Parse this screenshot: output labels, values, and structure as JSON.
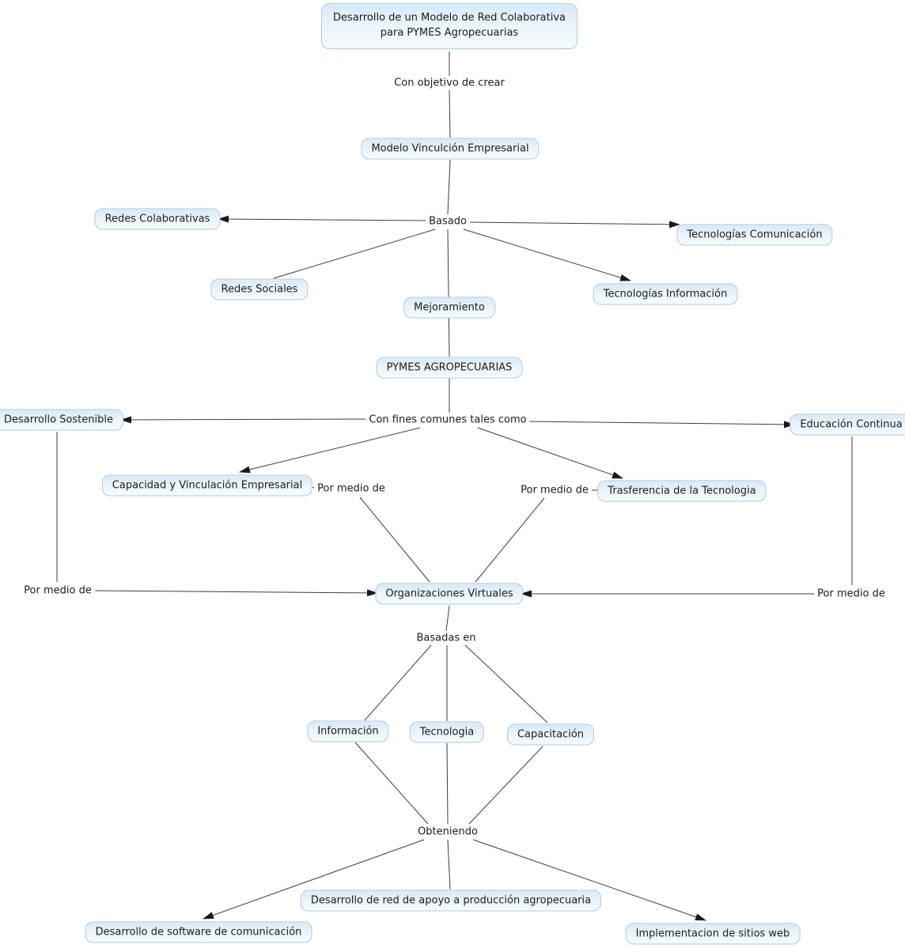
{
  "diagram": {
    "title": "Concept map: Desarrollo de un Modelo de Red Colaborativa para PYMES Agropecuarias",
    "colors": {
      "background": "#ffffff",
      "node_fill_top": "#d7e9f6",
      "node_fill_bottom": "#f6fbfe",
      "node_border": "#a9c8e1",
      "line": "#3d3d3d",
      "text": "#1c1c1c"
    },
    "nodes": {
      "root": "Desarrollo de un Modelo de Red Colaborativa\npara PYMES Agropecuarias",
      "modelo_vinculacion": "Modelo Vinculción Empresarial",
      "redes_colaborativas": "Redes Colaborativas",
      "tecnologias_comunicacion": "Tecnologías Comunicación",
      "redes_sociales": "Redes Sociales",
      "tecnologias_informacion": "Tecnologías Información",
      "mejoramiento": "Mejoramiento",
      "pymes": "PYMES AGROPECUARIAS",
      "desarrollo_sostenible": "Desarrollo Sostenible",
      "educacion_continua": "Educación Continua",
      "capacidad_vinculacion": "Capacidad y Vinculación Empresarial",
      "trasferencia_tecnologia": "Trasferencia de la Tecnologia",
      "organizaciones_virtuales": "Organizaciones Virtuales",
      "informacion": "Información",
      "tecnologia": "Tecnologia",
      "capacitacion": "Capacitación",
      "red_apoyo": "Desarrollo de red de apoyo a producción agropecuaria",
      "software_comunicacion": "Desarrollo de software de comunicación",
      "sitios_web": "Implementacion de sitios web"
    },
    "labels": {
      "con_objetivo": "Con objetivo de crear",
      "basado": "Basado",
      "con_fines": "Con fines comunes tales como",
      "por_medio_izq_mid": "Por medio de",
      "por_medio_der_mid": "Por medio de",
      "por_medio_left": "Por medio de",
      "por_medio_right": "Por medio de",
      "basadas_en": "Basadas en",
      "obteniendo": "Obteniendo"
    }
  }
}
